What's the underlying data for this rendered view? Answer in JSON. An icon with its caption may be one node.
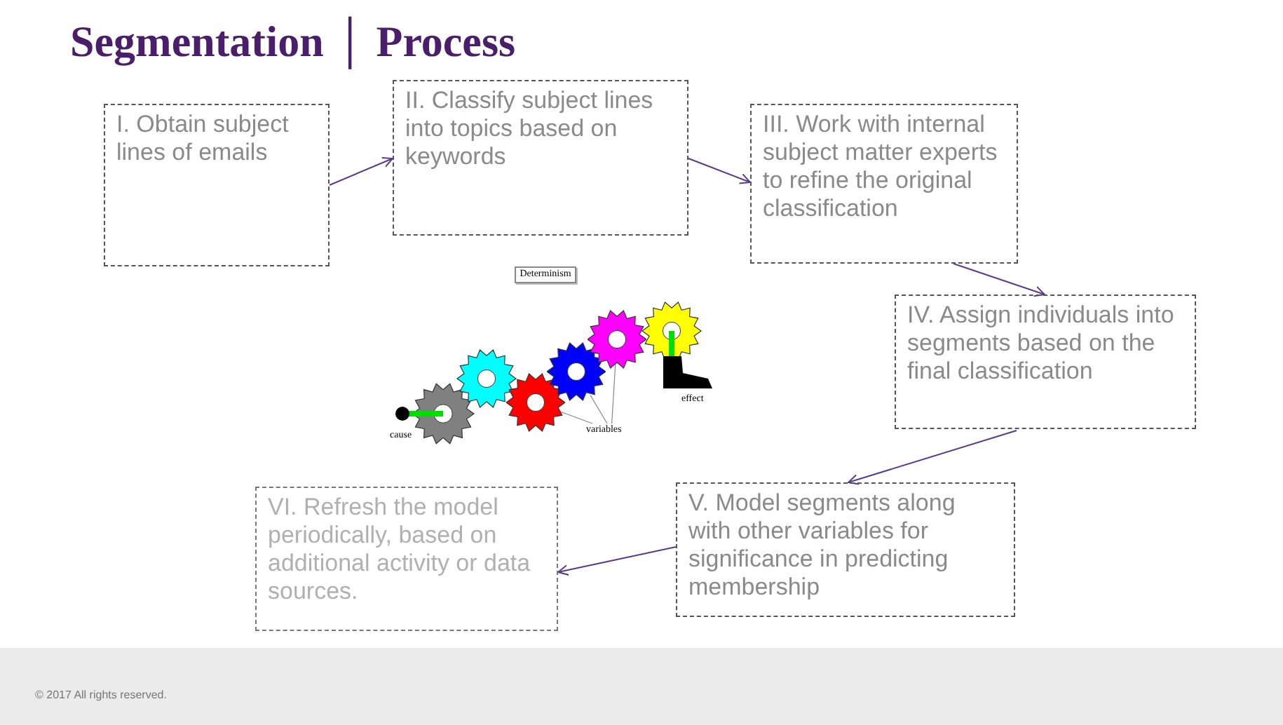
{
  "diagram": {
    "title": "Segmentation │ Process",
    "nodes": [
      {
        "text": [
          "I. Obtain subject lines of emails"
        ]
      },
      {
        "text": [
          "II. Classify subject lines into topics based on keywords"
        ]
      },
      {
        "text": [
          "III. Work with internal subject matter experts to refine the original classification"
        ]
      },
      {
        "text": [
          "IV. Assign individuals into segments based on the final classification"
        ]
      },
      {
        "text": [
          "V. Model segments along with other variables for significance in predicting membership"
        ]
      },
      {
        "text": [
          "VI. Refresh the model periodically, based on additional activity or data sources."
        ]
      },
      {
        "text": [
          "Determinism"
        ]
      },
      {
        "text": [
          "variables"
        ]
      },
      {
        "text": [],
        "shape": "gear"
      },
      {
        "text": [],
        "shape": "gear"
      },
      {
        "text": [],
        "shape": "gear"
      }
    ],
    "edges": [
      {
        "from": 0,
        "to": 1,
        "arrow": "to"
      },
      {
        "from": 1,
        "to": 2,
        "arrow": "to"
      },
      {
        "from": 2,
        "to": 3,
        "arrow": "to"
      },
      {
        "from": 3,
        "to": 4,
        "arrow": "to"
      },
      {
        "from": 4,
        "to": 5,
        "arrow": "to"
      },
      {
        "from": 7,
        "to": 8,
        "arrow": "none"
      },
      {
        "from": 7,
        "to": 9,
        "arrow": "none"
      },
      {
        "from": 7,
        "to": 10,
        "arrow": "none"
      }
    ],
    "labels": [
      "cause",
      "effect",
      "© 2017 All rights reserved."
    ]
  }
}
